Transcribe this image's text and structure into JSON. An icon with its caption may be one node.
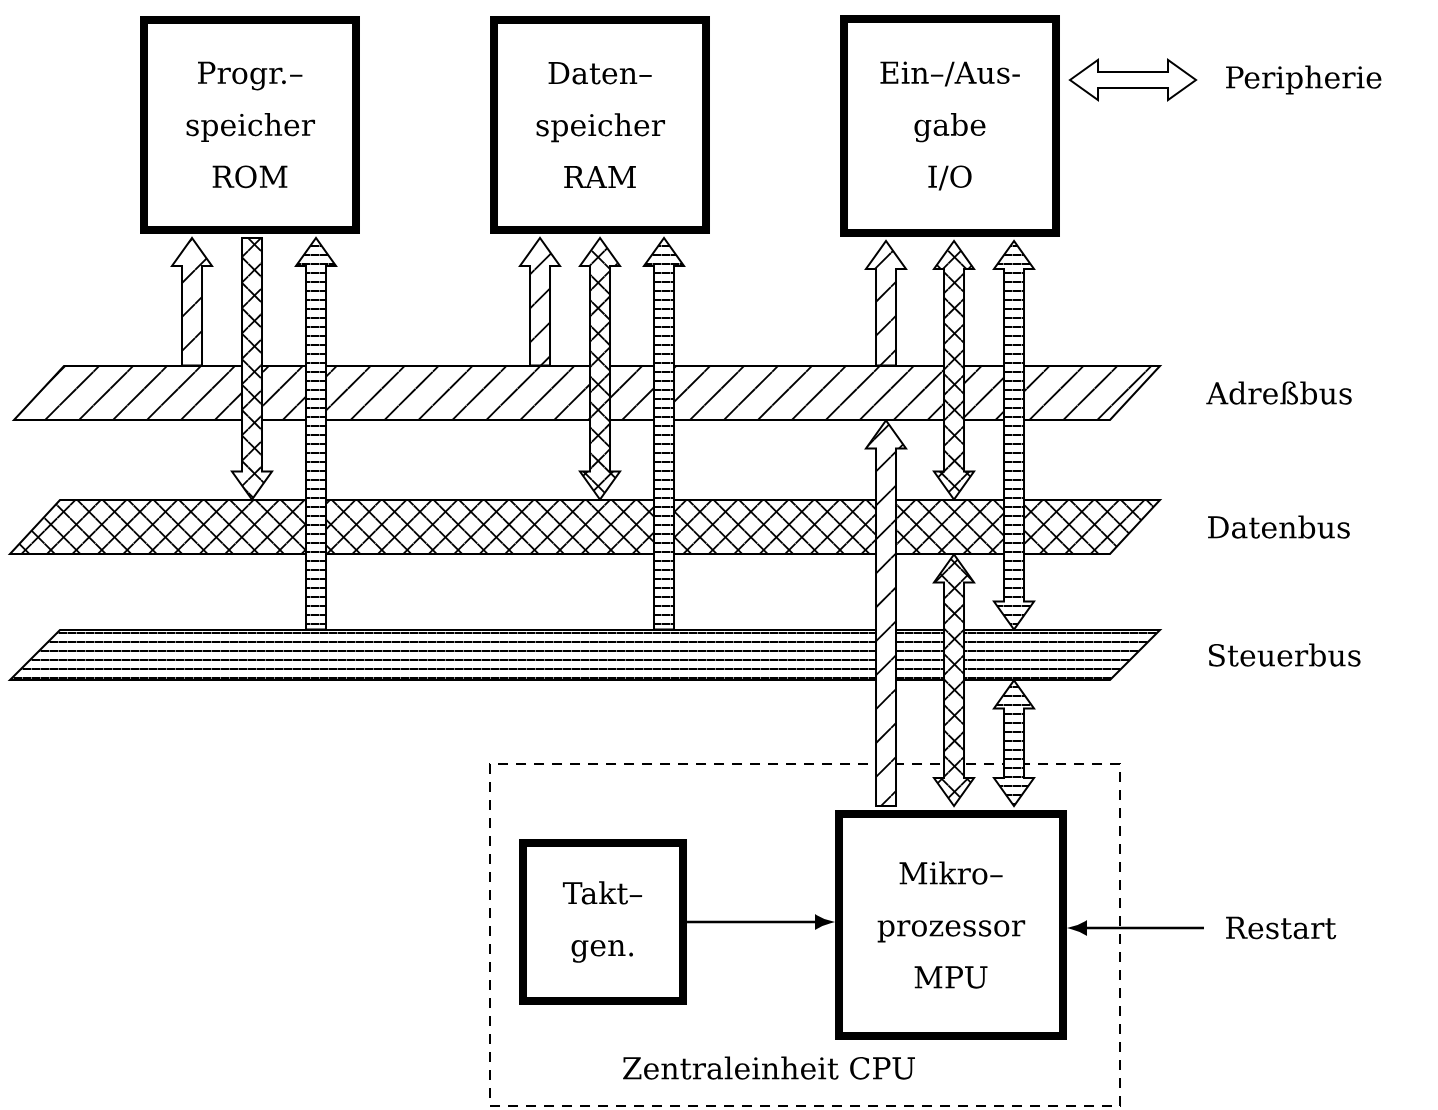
{
  "diagram": {
    "nodes": [
      {
        "text": [
          "Progr.– speicher",
          "ROM"
        ]
      },
      {
        "text": [
          "Daten– speicher",
          "RAM"
        ]
      },
      {
        "text": [
          "Ein–/Aus- gabe",
          "I/O"
        ]
      },
      {
        "text": [
          "Peripherie"
        ]
      },
      {
        "text": [],
        "shape": "parallelogram",
        "beside": [
          "Adreßbus"
        ]
      },
      {
        "text": [],
        "shape": "parallelogram",
        "beside": [
          "Datenbus"
        ]
      },
      {
        "text": [],
        "shape": "parallelogram",
        "beside": [
          "Steuerbus"
        ]
      },
      {
        "text": [
          "Zentraleinheit CPU"
        ]
      },
      {
        "text": [
          "Takt– gen."
        ],
        "in": 7
      },
      {
        "text": [
          "Mikro– prozessor",
          "MPU"
        ],
        "in": 7
      },
      {
        "text": [
          "Restart"
        ]
      }
    ],
    "edges": [
      {
        "from": 4,
        "to": 0,
        "arrow": "to"
      },
      {
        "from": 0,
        "to": 5,
        "arrow": "to"
      },
      {
        "from": 6,
        "to": 0,
        "arrow": "to"
      },
      {
        "from": 4,
        "to": 1,
        "arrow": "to"
      },
      {
        "from": 1,
        "to": 5,
        "arrow": "both"
      },
      {
        "from": 6,
        "to": 1,
        "arrow": "to"
      },
      {
        "from": 4,
        "to": 2,
        "arrow": "to"
      },
      {
        "from": 2,
        "to": 5,
        "arrow": "both"
      },
      {
        "from": 2,
        "to": 6,
        "arrow": "both"
      },
      {
        "from": 2,
        "to": 3,
        "arrow": "both"
      },
      {
        "from": 9,
        "to": 4,
        "arrow": "to"
      },
      {
        "from": 9,
        "to": 5,
        "arrow": "both"
      },
      {
        "from": 6,
        "to": 9,
        "arrow": "both"
      },
      {
        "from": 8,
        "to": 9,
        "arrow": "to"
      },
      {
        "from": 10,
        "to": 9,
        "arrow": "to"
      }
    ]
  }
}
